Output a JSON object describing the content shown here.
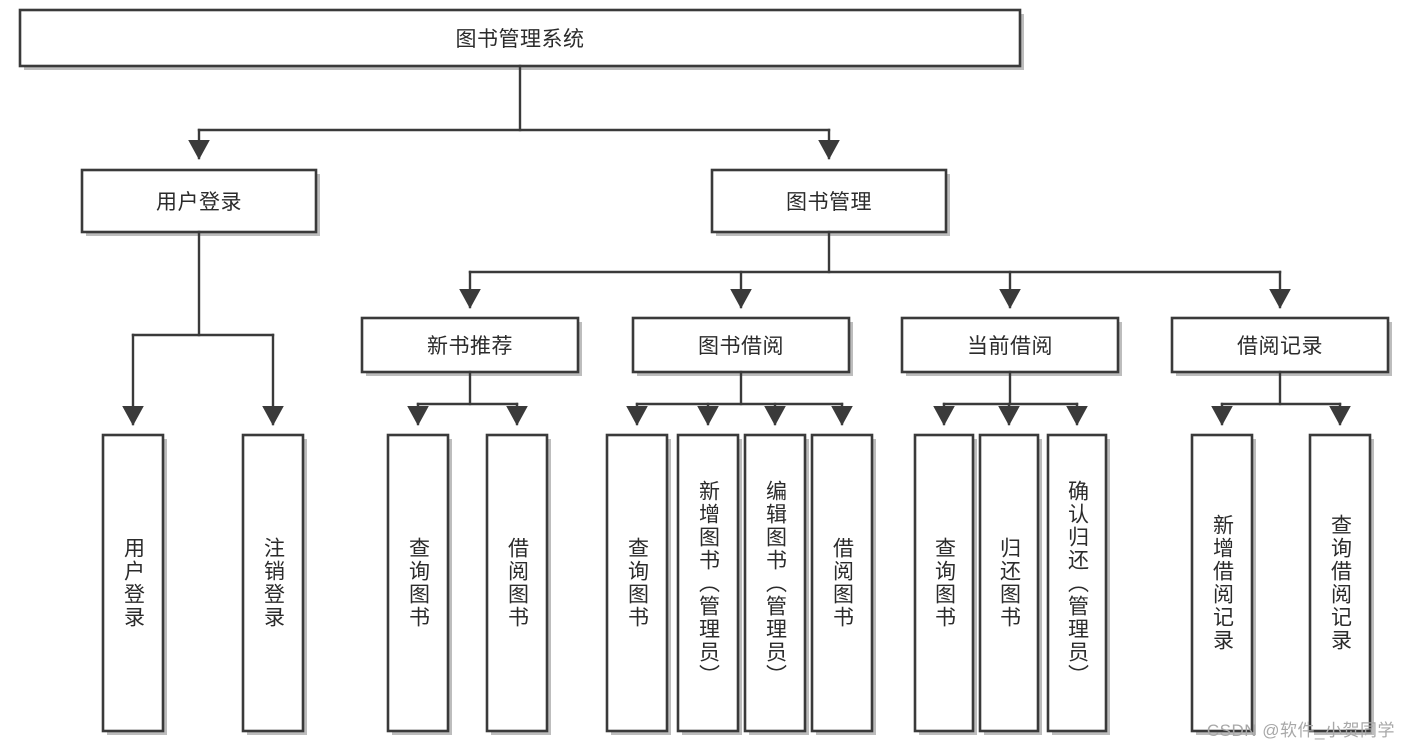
{
  "diagram": {
    "type": "tree",
    "title": "图书管理系统",
    "watermark": "CSDN @软件_小贺同学",
    "colors": {
      "box_stroke": "#3a3a3a",
      "box_fill": "#ffffff",
      "text": "#2b2b2b",
      "watermark": "#a8a8a8",
      "background": "#ffffff"
    },
    "levels": {
      "root": {
        "label": "图书管理系统"
      },
      "level2": [
        {
          "label": "用户登录"
        },
        {
          "label": "图书管理"
        }
      ],
      "level3": [
        {
          "label": "新书推荐"
        },
        {
          "label": "图书借阅"
        },
        {
          "label": "当前借阅"
        },
        {
          "label": "借阅记录"
        }
      ],
      "leaves": {
        "user_login": [
          {
            "label": "用户登录"
          },
          {
            "label": "注销登录"
          }
        ],
        "new_book_recommend": [
          {
            "label": "查询图书"
          },
          {
            "label": "借阅图书"
          }
        ],
        "book_borrow": [
          {
            "label": "查询图书"
          },
          {
            "label": "新增图书（管理员）"
          },
          {
            "label": "编辑图书（管理员）"
          },
          {
            "label": "借阅图书"
          }
        ],
        "current_borrow": [
          {
            "label": "查询图书"
          },
          {
            "label": "归还图书"
          },
          {
            "label": "确认归还（管理员）"
          }
        ],
        "borrow_records": [
          {
            "label": "新增借阅记录"
          },
          {
            "label": "查询借阅记录"
          }
        ]
      }
    }
  }
}
